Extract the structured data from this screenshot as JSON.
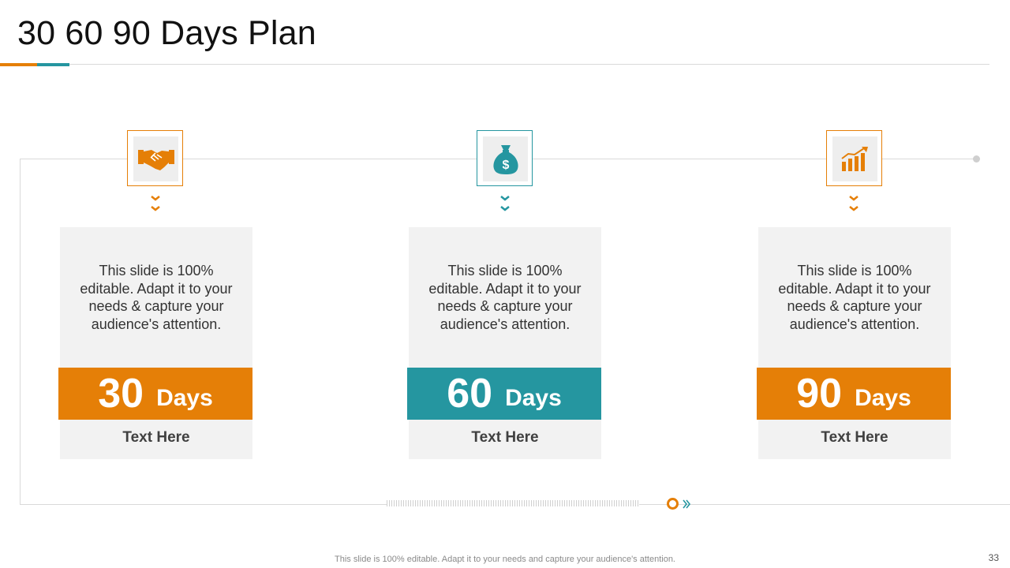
{
  "title": "30 60 90 Days Plan",
  "colors": {
    "orange": "#e57f07",
    "teal": "#2596a0",
    "card_bg": "#f2f2f2"
  },
  "phases": [
    {
      "icon": "handshake-icon",
      "accent": "orange",
      "description": "This slide is 100% editable. Adapt it to your needs & capture your audience's attention.",
      "number": "30",
      "unit": "Days",
      "label": "Text Here"
    },
    {
      "icon": "money-bag-icon",
      "accent": "teal",
      "description": "This slide is 100% editable. Adapt it to your needs & capture your audience's attention.",
      "number": "60",
      "unit": "Days",
      "label": "Text Here"
    },
    {
      "icon": "bar-chart-growth-icon",
      "accent": "orange",
      "description": "This slide is 100% editable. Adapt it to your needs & capture your audience's attention.",
      "number": "90",
      "unit": "Days",
      "label": "Text Here"
    }
  ],
  "footer": "This slide is 100% editable. Adapt it to your needs and capture your audience's attention.",
  "page_number": "33"
}
